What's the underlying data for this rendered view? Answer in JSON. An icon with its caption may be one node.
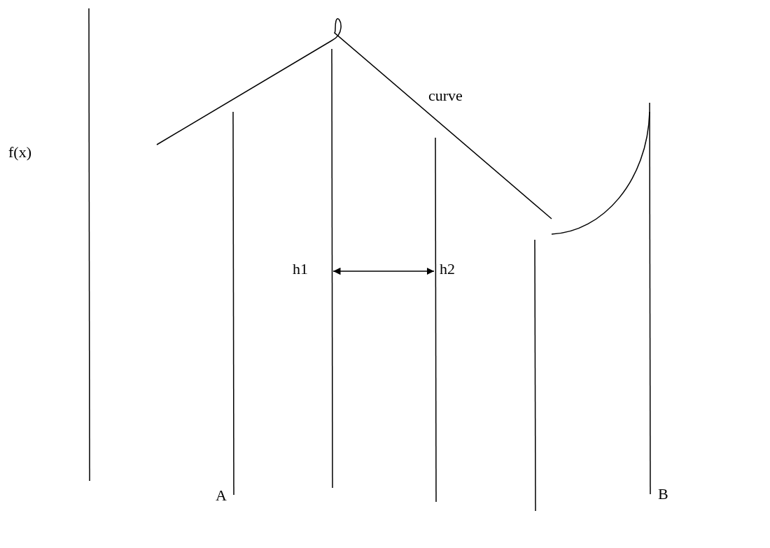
{
  "diagram": {
    "labels": [
      "curve",
      "f(x)",
      "h1",
      "h2",
      "A",
      "B"
    ]
  }
}
